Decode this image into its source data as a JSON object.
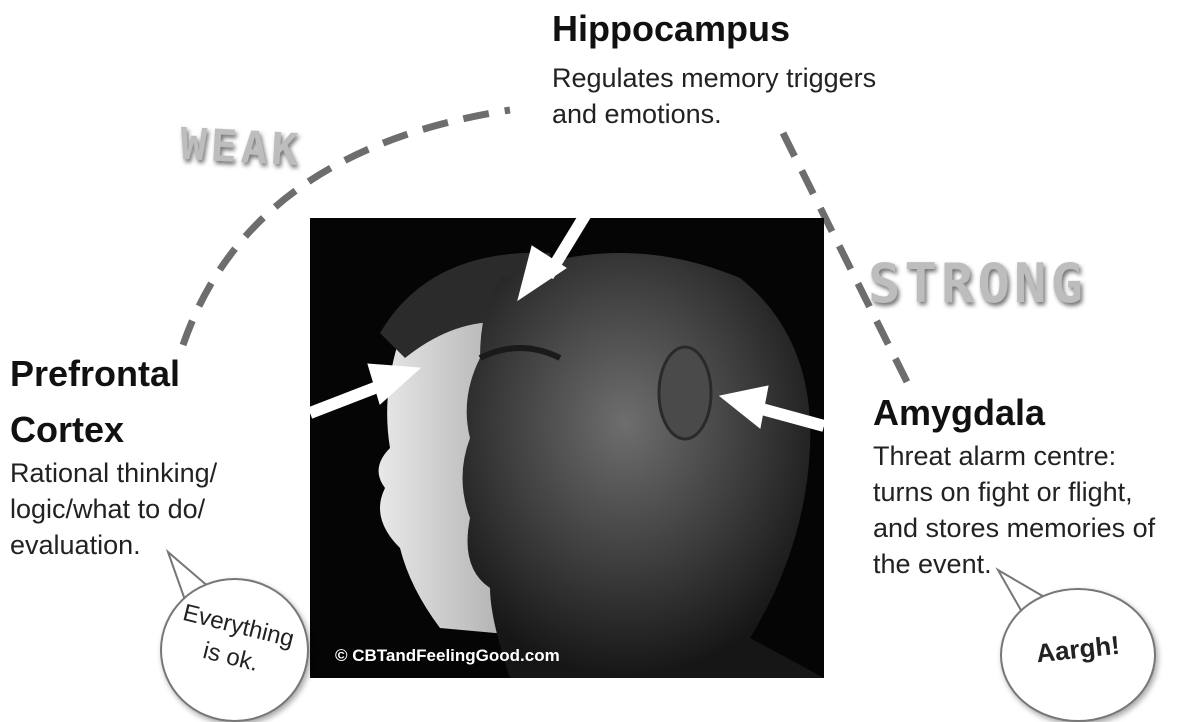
{
  "hippocampus": {
    "title": "Hippocampus",
    "desc_line1": "Regulates memory triggers",
    "desc_line2": "and emotions."
  },
  "prefrontal": {
    "title_line1": "Prefrontal",
    "title_line2": "Cortex",
    "desc_line1": "Rational thinking/",
    "desc_line2": "logic/what to do/",
    "desc_line3": "evaluation."
  },
  "amygdala": {
    "title": "Amygdala",
    "desc_line1": "Threat alarm centre:",
    "desc_line2": "turns on fight or flight,",
    "desc_line3": "and stores memories of",
    "desc_line4": "the event."
  },
  "links": {
    "weak_label": "WEAK",
    "strong_label": "STRONG"
  },
  "bubbles": {
    "left_line1": "Everything",
    "left_line2": "is ok.",
    "right": "Aargh!"
  },
  "image": {
    "copyright": "© CBTandFeelingGood.com"
  }
}
